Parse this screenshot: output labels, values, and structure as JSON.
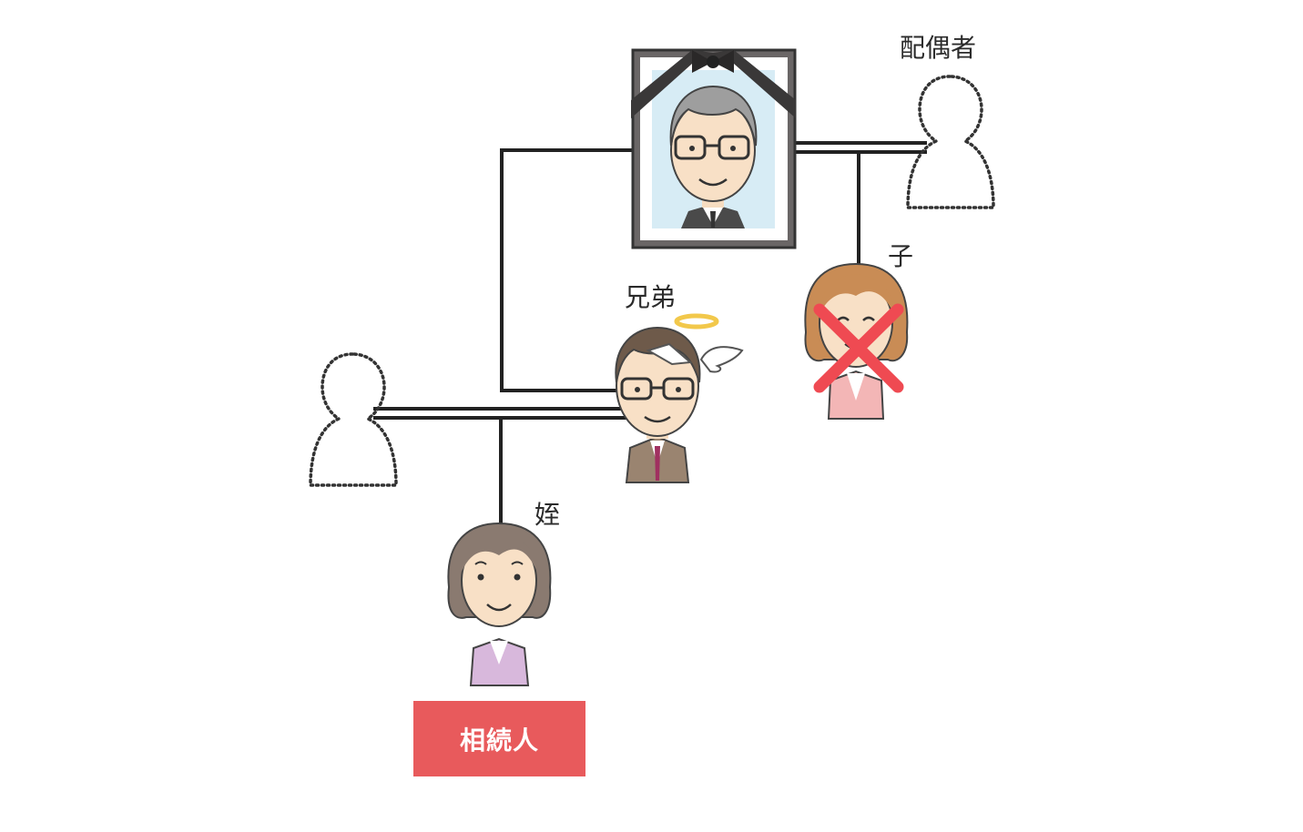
{
  "labels": {
    "spouse": "配偶者",
    "child": "子",
    "sibling": "兄弟",
    "niece": "姪"
  },
  "heir_badge": {
    "text": "相続人"
  },
  "colors": {
    "line": "#222222",
    "badge": "#e85a5c",
    "cross": "#ef4a52",
    "frame": "#5a5656",
    "halo": "#f2c84b"
  },
  "status": {
    "child": "excluded-cross",
    "sibling": "deceased-angel",
    "decedent": "memorial-portrait",
    "spouse": "absent-dotted",
    "sibling_spouse": "absent-dotted"
  }
}
